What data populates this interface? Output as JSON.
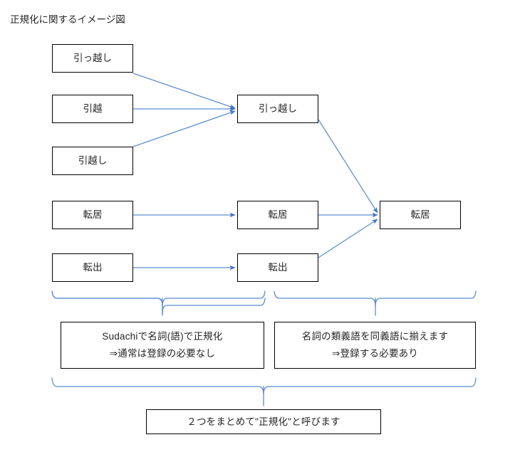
{
  "title": "正規化に関するイメージ図",
  "diagram": {
    "type": "flow-diagram",
    "accent_color": "#4472C4",
    "box_border_color": "#000000",
    "text_color": "#262626",
    "columns": {
      "left": {
        "name": "surface-forms",
        "nodes": [
          {
            "id": "hikkoshi-1",
            "label": "引っ越し"
          },
          {
            "id": "hikkoshi-2",
            "label": "引越"
          },
          {
            "id": "hikkoshi-3",
            "label": "引越し"
          },
          {
            "id": "tenkyo-1",
            "label": "転居"
          },
          {
            "id": "tenshutsu-1",
            "label": "転出"
          }
        ]
      },
      "middle": {
        "name": "normalized-forms",
        "nodes": [
          {
            "id": "hikkoshi-norm",
            "label": "引っ越し"
          },
          {
            "id": "tenkyo-norm",
            "label": "転居"
          },
          {
            "id": "tenshutsu-norm",
            "label": "転出"
          }
        ]
      },
      "right": {
        "name": "synonym-unified-form",
        "nodes": [
          {
            "id": "tenkyo-final",
            "label": "転居"
          }
        ]
      }
    },
    "edges": [
      {
        "from": "hikkoshi-1",
        "to": "hikkoshi-norm"
      },
      {
        "from": "hikkoshi-2",
        "to": "hikkoshi-norm"
      },
      {
        "from": "hikkoshi-3",
        "to": "hikkoshi-norm"
      },
      {
        "from": "tenkyo-1",
        "to": "tenkyo-norm"
      },
      {
        "from": "tenshutsu-1",
        "to": "tenshutsu-norm"
      },
      {
        "from": "hikkoshi-norm",
        "to": "tenkyo-final"
      },
      {
        "from": "tenkyo-norm",
        "to": "tenkyo-final"
      },
      {
        "from": "tenshutsu-norm",
        "to": "tenkyo-final"
      }
    ],
    "captions": {
      "left": {
        "line1": "Sudachiで名詞(語)で正規化",
        "line2": "⇒通常は登録の必要なし"
      },
      "right": {
        "line1": "名詞の類義語を同義語に揃えます",
        "line2": "⇒登録する必要あり"
      },
      "summary": {
        "line1": "２つをまとめて\"正規化\"と呼びます"
      }
    },
    "braces": [
      {
        "name": "left-group-brace",
        "spans": "surface-to-normalized"
      },
      {
        "name": "right-group-brace",
        "spans": "normalized-to-unified"
      },
      {
        "name": "summary-brace",
        "spans": "both-groups"
      }
    ]
  }
}
